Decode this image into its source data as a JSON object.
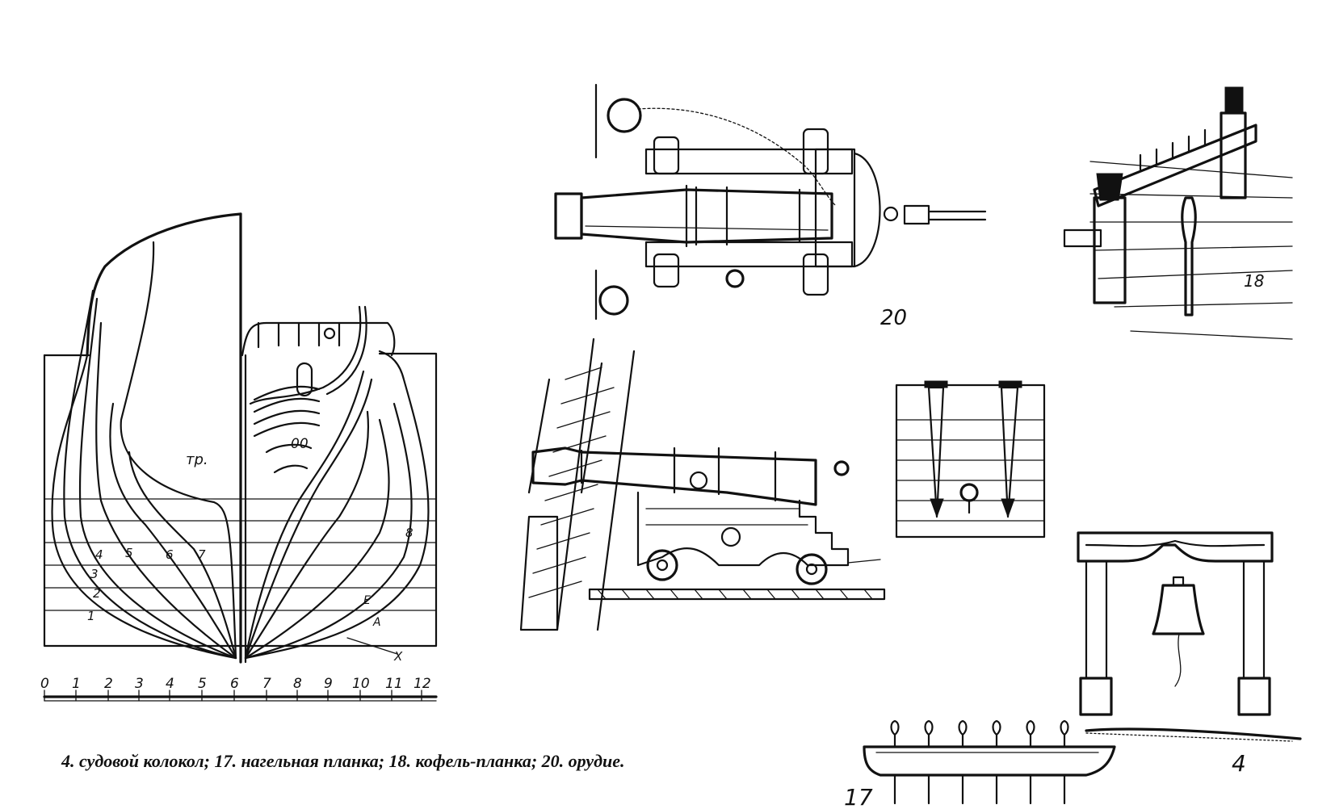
{
  "caption": "4. судовой колокол; 17. нагельная планка; 18. кофель-планка; 20. орудие.",
  "figures": {
    "hull": {
      "label_tr": "тр.",
      "label_oo": "00",
      "frame_labels_left": [
        "1",
        "2",
        "3",
        "4",
        "5",
        "6",
        "7"
      ],
      "frame_labels_right": [
        "8",
        "Е",
        "А",
        "Х"
      ],
      "scale_ticks": [
        "0",
        "1",
        "2",
        "3",
        "4",
        "5",
        "6",
        "7",
        "8",
        "9",
        "10",
        "11",
        "12"
      ]
    },
    "cannon_top": {
      "number": "20"
    },
    "cannon_side": {},
    "cleats": {},
    "pin_rack": {
      "number": "18"
    },
    "bell": {
      "number": "4"
    },
    "belaying_rail": {
      "number": "17"
    }
  }
}
